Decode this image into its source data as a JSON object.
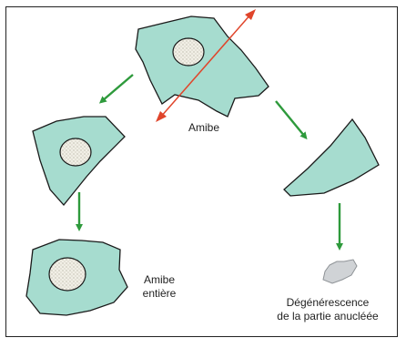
{
  "labels": {
    "amibe": "Amibe",
    "amibe_entiere_line1": "Amibe",
    "amibe_entiere_line2": "entière",
    "degenerescence_line1": "Dégénérescence",
    "degenerescence_line2": "de la partie anucléée"
  },
  "colors": {
    "cytoplasm": "#a6dccf",
    "outline": "#1a1a1a",
    "nucleus": "#f1efe6",
    "arrow_green": "#2e9a3c",
    "cut_line": "#e0452b",
    "degenerated_fragment": "#d0d3d6"
  }
}
